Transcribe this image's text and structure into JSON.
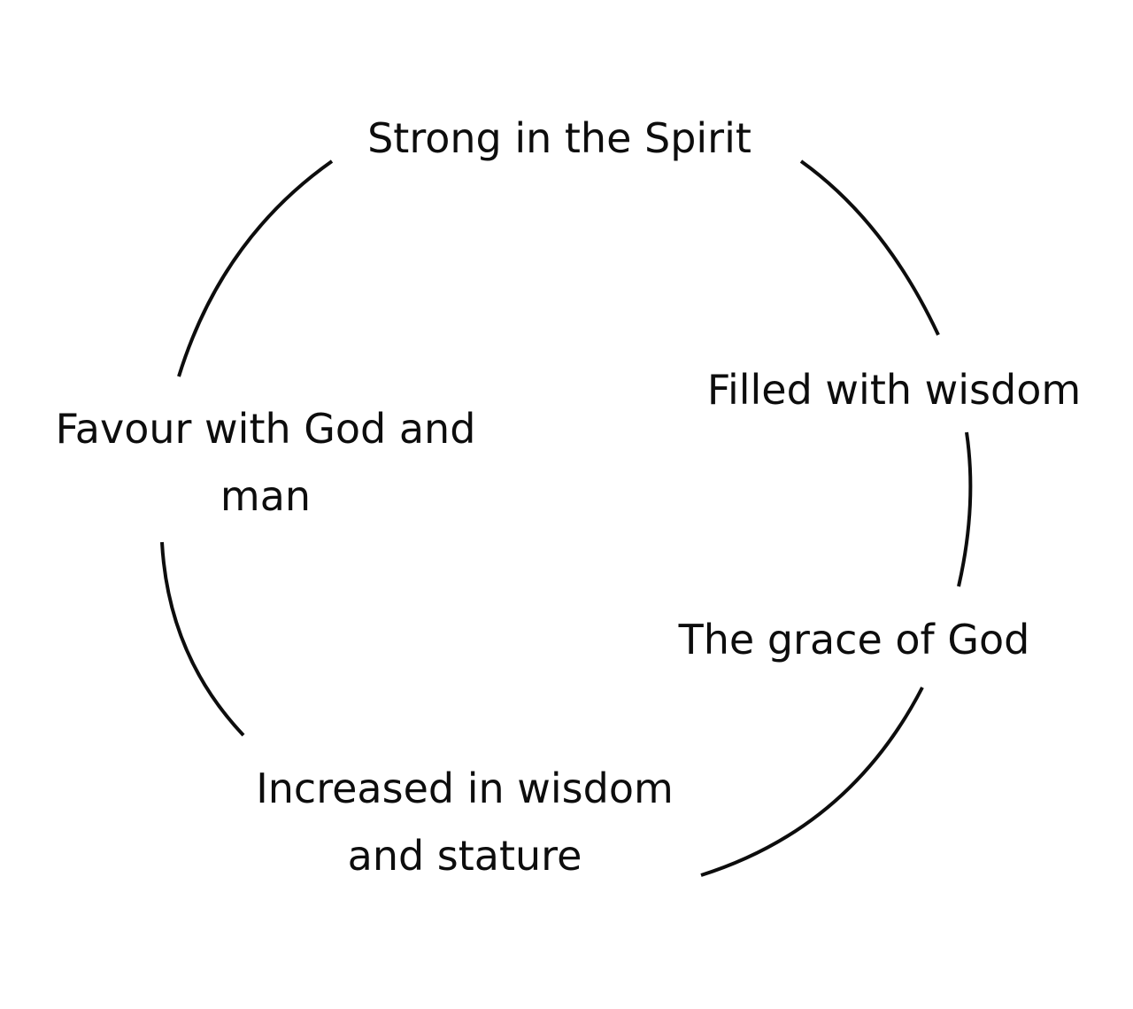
{
  "diagram": {
    "type": "cycle",
    "stroke_color": "#0d0d0d",
    "text_color": "#0d0d0d",
    "background": "#ffffff",
    "nodes": [
      {
        "id": "strong-in-spirit",
        "lines": [
          "Strong in the Spirit"
        ]
      },
      {
        "id": "filled-with-wisdom",
        "lines": [
          "Filled with wisdom"
        ]
      },
      {
        "id": "grace-of-god",
        "lines": [
          "The grace of God"
        ]
      },
      {
        "id": "increased-in-wisdom",
        "lines": [
          "Increased in wisdom",
          "and stature"
        ]
      },
      {
        "id": "favour-with-god",
        "lines": [
          "Favour with God and",
          "man"
        ]
      }
    ]
  }
}
